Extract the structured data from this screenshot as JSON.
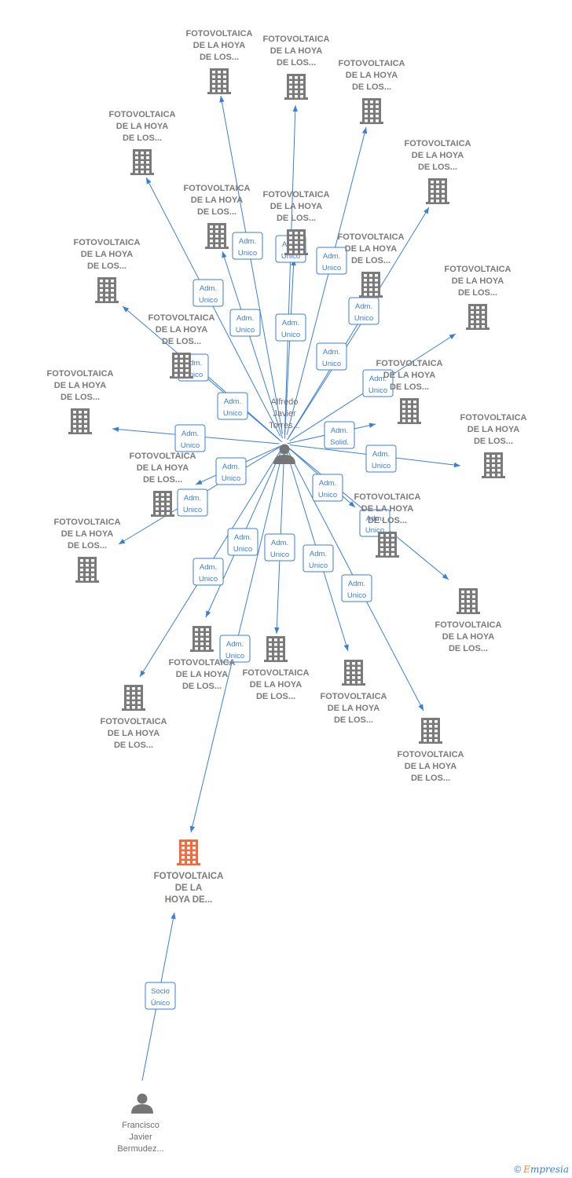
{
  "colors": {
    "edge": "#3a7fd5",
    "building": "#7a7a7a",
    "main_building": "#f26a3e",
    "person": "#757575",
    "label": "#7b7b7b"
  },
  "persons": [
    {
      "id": "alfredo",
      "lines": [
        "Alfredo",
        "Javier",
        "Torres..."
      ]
    },
    {
      "id": "francisco",
      "lines": [
        "Francisco",
        "Javier",
        "Bermudez..."
      ]
    }
  ],
  "companies": [
    {
      "id": "c1",
      "lines": [
        "FOTOVOLTAICA",
        "DE LA HOYA",
        "DE LOS..."
      ]
    },
    {
      "id": "c2",
      "lines": [
        "FOTOVOLTAICA",
        "DE LA HOYA",
        "DE LOS..."
      ]
    },
    {
      "id": "c3",
      "lines": [
        "FOTOVOLTAICA",
        "DE LA HOYA",
        "DE LOS..."
      ]
    },
    {
      "id": "c4",
      "lines": [
        "FOTOVOLTAICA",
        "DE LA HOYA",
        "DE LOS..."
      ]
    },
    {
      "id": "c5",
      "lines": [
        "FOTOVOLTAICA",
        "DE LA HOYA",
        "DE LOS..."
      ]
    },
    {
      "id": "c6",
      "lines": [
        "FOTOVOLTAICA",
        "DE LA HOYA",
        "DE LOS..."
      ]
    },
    {
      "id": "c7",
      "lines": [
        "FOTOVOLTAICA",
        "DE LA HOYA",
        "DE LOS..."
      ]
    },
    {
      "id": "c8",
      "lines": [
        "FOTOVOLTAICA",
        "DE LA HOYA",
        "DE LOS..."
      ]
    },
    {
      "id": "c9",
      "lines": [
        "FOTOVOLTAICA",
        "DE LA HOYA",
        "DE LOS..."
      ]
    },
    {
      "id": "c10",
      "lines": [
        "FOTOVOLTAICA",
        "DE LA HOYA",
        "DE LOS..."
      ]
    },
    {
      "id": "c11",
      "lines": [
        "FOTOVOLTAICA",
        "DE LA HOYA",
        "DE LOS..."
      ]
    },
    {
      "id": "c12",
      "lines": [
        "FOTOVOLTAICA",
        "DE LA HOYA",
        "DE LOS..."
      ]
    },
    {
      "id": "c13",
      "lines": [
        "FOTOVOLTAICA",
        "DE LA HOYA",
        "DE LOS..."
      ]
    },
    {
      "id": "c14",
      "lines": [
        "FOTOVOLTAICA",
        "DE LA HOYA",
        "DE LOS..."
      ]
    },
    {
      "id": "c15",
      "lines": [
        "FOTOVOLTAICA",
        "DE LA HOYA",
        "DE LOS..."
      ]
    },
    {
      "id": "c16",
      "lines": [
        "FOTOVOLTAICA",
        "DE LA HOYA",
        "DE LOS..."
      ]
    },
    {
      "id": "c17",
      "lines": [
        "FOTOVOLTAICA",
        "DE LA HOYA",
        "DE LOS..."
      ]
    },
    {
      "id": "c18",
      "lines": [
        "FOTOVOLTAICA",
        "DE LA HOYA",
        "DE LOS..."
      ]
    },
    {
      "id": "c19",
      "lines": [
        "FOTOVOLTAICA",
        "DE LA HOYA",
        "DE LOS..."
      ]
    },
    {
      "id": "c20",
      "lines": [
        "FOTOVOLTAICA",
        "DE LA HOYA",
        "DE LOS..."
      ]
    },
    {
      "id": "c21",
      "lines": [
        "FOTOVOLTAICA",
        "DE LA HOYA",
        "DE LOS..."
      ]
    },
    {
      "id": "c22",
      "lines": [
        "FOTOVOLTAICA",
        "DE LA HOYA",
        "DE LOS..."
      ]
    },
    {
      "id": "c23",
      "lines": [
        "FOTOVOLTAICA",
        "DE LA HOYA",
        "DE LOS..."
      ]
    },
    {
      "id": "main",
      "lines": [
        "FOTOVOLTAICA",
        "DE LA",
        "HOYA DE..."
      ],
      "highlight": true
    }
  ],
  "edges": [
    {
      "from": "alfredo",
      "to": "c1",
      "label": [
        "Adm.",
        "Unico"
      ]
    },
    {
      "from": "alfredo",
      "to": "c2",
      "label": [
        "Adm.",
        "Unico"
      ]
    },
    {
      "from": "alfredo",
      "to": "c3",
      "label": [
        "Adm.",
        "Unico"
      ]
    },
    {
      "from": "alfredo",
      "to": "c4",
      "label": [
        "Adm.",
        "Unico"
      ]
    },
    {
      "from": "alfredo",
      "to": "c5",
      "label": [
        "Adm.",
        "Unico"
      ]
    },
    {
      "from": "alfredo",
      "to": "c6",
      "label": [
        "Adm.",
        "Unico"
      ]
    },
    {
      "from": "alfredo",
      "to": "c7",
      "label": [
        "Adm.",
        "Unico"
      ]
    },
    {
      "from": "alfredo",
      "to": "c8",
      "label": [
        "Adm.",
        "Unico"
      ]
    },
    {
      "from": "alfredo",
      "to": "c9",
      "label": [
        "Adm.",
        "Unico"
      ]
    },
    {
      "from": "alfredo",
      "to": "c10",
      "label": [
        "Adm.",
        "Unico"
      ]
    },
    {
      "from": "alfredo",
      "to": "c11",
      "label": [
        "Adm.",
        "Unico"
      ]
    },
    {
      "from": "alfredo",
      "to": "c12",
      "label": [
        "Adm.",
        "Solid."
      ]
    },
    {
      "from": "alfredo",
      "to": "c13",
      "label": [
        "Adm.",
        "Unico"
      ]
    },
    {
      "from": "alfredo",
      "to": "c14",
      "label": [
        "Adm.",
        "Unico"
      ]
    },
    {
      "from": "alfredo",
      "to": "c15",
      "label": [
        "Adm.",
        "Unico"
      ]
    },
    {
      "from": "alfredo",
      "to": "c16",
      "label": [
        "Adm.",
        "Unico"
      ]
    },
    {
      "from": "alfredo",
      "to": "c17",
      "label": [
        "Adm.",
        "Unico"
      ]
    },
    {
      "from": "alfredo",
      "to": "c18",
      "label": [
        "Adm.",
        "Unico"
      ]
    },
    {
      "from": "alfredo",
      "to": "c19",
      "label": [
        "Adm.",
        "Unico"
      ]
    },
    {
      "from": "alfredo",
      "to": "c20",
      "label": [
        "Adm.",
        "Unico"
      ]
    },
    {
      "from": "alfredo",
      "to": "c21",
      "label": [
        "Adm.",
        "Unico"
      ]
    },
    {
      "from": "alfredo",
      "to": "c22",
      "label": [
        "Adm.",
        "Unico"
      ]
    },
    {
      "from": "alfredo",
      "to": "c23",
      "label": [
        "Adm.",
        "Unico"
      ]
    },
    {
      "from": "alfredo",
      "to": "main",
      "label": [
        "Adm.",
        "Unico"
      ]
    },
    {
      "from": "francisco",
      "to": "main",
      "label": [
        "Socio",
        "Único"
      ]
    }
  ],
  "footer": {
    "copyright": "©",
    "brand_e": "E",
    "brand_rest": "mpresia"
  }
}
